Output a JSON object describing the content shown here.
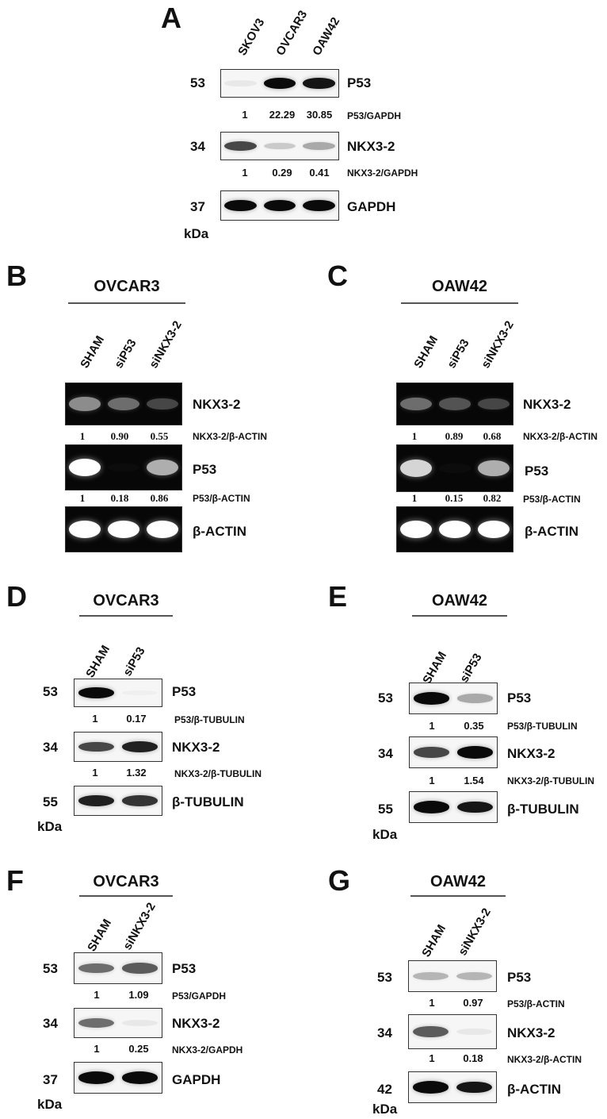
{
  "panels": {
    "A": {
      "letter": "A",
      "lanes": [
        "SKOV3",
        "OVCAR3",
        "OAW42"
      ],
      "rows": [
        {
          "kda": "53",
          "protein": "P53",
          "ratio_label": "P53/GAPDH",
          "values": [
            "1",
            "22.29",
            "30.85"
          ],
          "band_intensity": [
            0.15,
            1.0,
            0.95
          ]
        },
        {
          "kda": "34",
          "protein": "NKX3-2",
          "ratio_label": "NKX3-2/GAPDH",
          "values": [
            "1",
            "0.29",
            "0.41"
          ],
          "band_intensity": [
            0.8,
            0.35,
            0.5
          ]
        },
        {
          "kda": "37",
          "protein": "GAPDH",
          "band_intensity": [
            1.0,
            1.0,
            1.0
          ]
        }
      ],
      "kda_unit": "kDa"
    },
    "B": {
      "letter": "B",
      "title": "OVCAR3",
      "lanes": [
        "SHAM",
        "siP53",
        "siNKX3-2"
      ],
      "rows": [
        {
          "protein": "NKX3-2",
          "ratio_label": "NKX3-2/β-ACTIN",
          "values": [
            "1",
            "0.90",
            "0.55"
          ],
          "band_intensity": [
            0.7,
            0.6,
            0.45
          ]
        },
        {
          "protein": "P53",
          "ratio_label": "P53/β-ACTIN",
          "values": [
            "1",
            "0.18",
            "0.86"
          ],
          "band_intensity": [
            1.0,
            0.05,
            0.8
          ]
        },
        {
          "protein": "β-ACTIN",
          "band_intensity": [
            1.0,
            1.0,
            1.0
          ]
        }
      ]
    },
    "C": {
      "letter": "C",
      "title": "OAW42",
      "lanes": [
        "SHAM",
        "siP53",
        "siNKX3-2"
      ],
      "rows": [
        {
          "protein": "NKX3-2",
          "ratio_label": "NKX3-2/β-ACTIN",
          "values": [
            "1",
            "0.89",
            "0.68"
          ],
          "band_intensity": [
            0.6,
            0.5,
            0.45
          ]
        },
        {
          "protein": "P53",
          "ratio_label": "P53/β-ACTIN",
          "values": [
            "1",
            "0.15",
            "0.82"
          ],
          "band_intensity": [
            0.9,
            0.05,
            0.8
          ]
        },
        {
          "protein": "β-ACTIN",
          "band_intensity": [
            1.0,
            1.0,
            1.0
          ]
        }
      ]
    },
    "D": {
      "letter": "D",
      "title": "OVCAR3",
      "lanes": [
        "SHAM",
        "siP53"
      ],
      "rows": [
        {
          "kda": "53",
          "protein": "P53",
          "ratio_label": "P53/β-TUBULIN",
          "values": [
            "1",
            "0.17"
          ],
          "band_intensity": [
            1.0,
            0.08
          ]
        },
        {
          "kda": "34",
          "protein": "NKX3-2",
          "ratio_label": "NKX3-2/β-TUBULIN",
          "values": [
            "1",
            "1.32"
          ],
          "band_intensity": [
            0.8,
            0.9
          ]
        },
        {
          "kda": "55",
          "protein": "β-TUBULIN",
          "band_intensity": [
            0.9,
            0.85
          ]
        }
      ],
      "kda_unit": "kDa"
    },
    "E": {
      "letter": "E",
      "title": "OAW42",
      "lanes": [
        "SHAM",
        "siP53"
      ],
      "rows": [
        {
          "kda": "53",
          "protein": "P53",
          "ratio_label": "P53/β-TUBULIN",
          "values": [
            "1",
            "0.35"
          ],
          "band_intensity": [
            1.0,
            0.5
          ]
        },
        {
          "kda": "34",
          "protein": "NKX3-2",
          "ratio_label": "NKX3-2/β-TUBULIN",
          "values": [
            "1",
            "1.54"
          ],
          "band_intensity": [
            0.8,
            1.0
          ]
        },
        {
          "kda": "55",
          "protein": "β-TUBULIN",
          "band_intensity": [
            1.0,
            0.95
          ]
        }
      ],
      "kda_unit": "kDa"
    },
    "F": {
      "letter": "F",
      "title": "OVCAR3",
      "lanes": [
        "SHAM",
        "siNKX3-2"
      ],
      "rows": [
        {
          "kda": "53",
          "protein": "P53",
          "ratio_label": "P53/GAPDH",
          "values": [
            "1",
            "1.09"
          ],
          "band_intensity": [
            0.7,
            0.75
          ]
        },
        {
          "kda": "34",
          "protein": "NKX3-2",
          "ratio_label": "NKX3-2/GAPDH",
          "values": [
            "1",
            "0.25"
          ],
          "band_intensity": [
            0.7,
            0.15
          ]
        },
        {
          "kda": "37",
          "protein": "GAPDH",
          "band_intensity": [
            1.0,
            1.0
          ]
        }
      ],
      "kda_unit": "kDa"
    },
    "G": {
      "letter": "G",
      "title": "OAW42",
      "lanes": [
        "SHAM",
        "siNKX3-2"
      ],
      "rows": [
        {
          "kda": "53",
          "protein": "P53",
          "ratio_label": "P53/β-ACTIN",
          "values": [
            "1",
            "0.97"
          ],
          "band_intensity": [
            0.45,
            0.45
          ]
        },
        {
          "kda": "34",
          "protein": "NKX3-2",
          "ratio_label": "NKX3-2/β-ACTIN",
          "values": [
            "1",
            "0.18"
          ],
          "band_intensity": [
            0.75,
            0.15
          ]
        },
        {
          "kda": "42",
          "protein": "β-ACTIN",
          "band_intensity": [
            1.0,
            0.95
          ]
        }
      ],
      "kda_unit": "kDa"
    }
  }
}
